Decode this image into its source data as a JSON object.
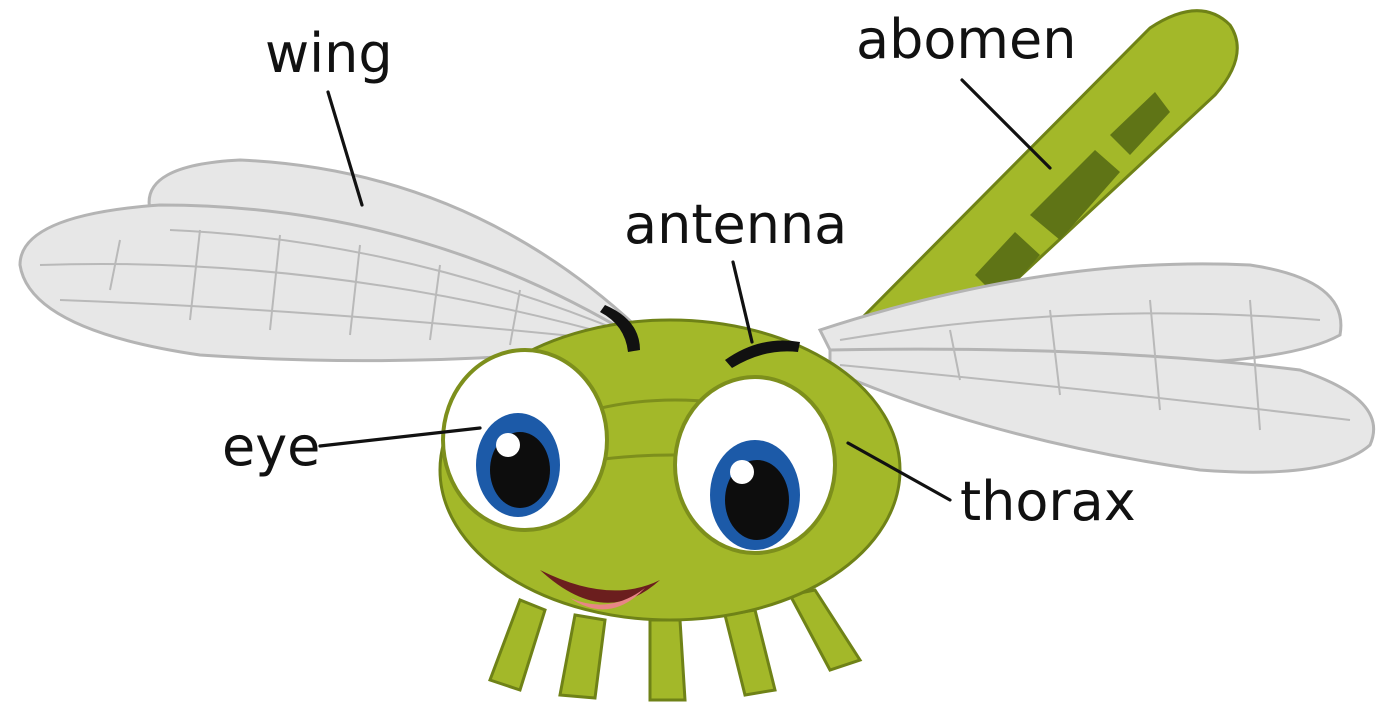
{
  "labels": {
    "wing": "wing",
    "abdomen": "abomen",
    "antenna": "antenna",
    "eye": "eye",
    "thorax": "thorax"
  },
  "colors": {
    "body": "#a3b829",
    "body_dark": "#6f8217",
    "abdomen_band": "#5f7416",
    "wing": "#e7e7e7",
    "iris": "#1c5aa8",
    "mouth": "#e88686"
  }
}
